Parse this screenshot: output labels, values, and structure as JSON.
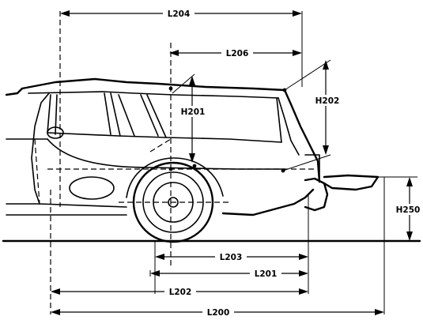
{
  "figure": {
    "dimension_labels": {
      "L204": "L204",
      "L206": "L206",
      "H201": "H201",
      "H202": "H202",
      "H250": "H250",
      "L203": "L203",
      "L201": "L201",
      "L202": "L202",
      "L200": "L200"
    }
  }
}
